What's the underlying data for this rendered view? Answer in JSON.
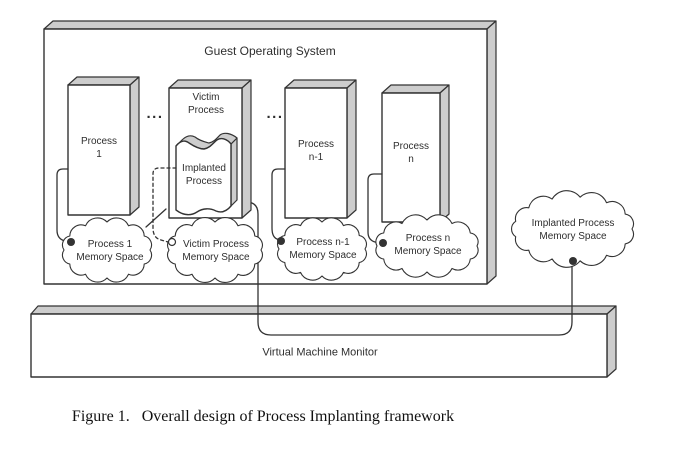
{
  "figure": {
    "caption": "Figure 1.   Overall design of Process Implanting framework"
  },
  "guest_os": {
    "label": "Guest Operating System"
  },
  "vmm": {
    "label": "Virtual Machine Monitor"
  },
  "processes": {
    "process_1": {
      "label": "Process\n1"
    },
    "victim": {
      "label": "Victim\nProcess"
    },
    "implanted": {
      "label": "Implanted\nProcess"
    },
    "process_n1": {
      "label": "Process\nn-1"
    },
    "process_n": {
      "label": "Process\nn"
    }
  },
  "ellipsis": {
    "left": "...",
    "right": "..."
  },
  "memory_clouds": [
    {
      "label": "Process 1\nMemory Space"
    },
    {
      "label": "Victim Process\nMemory Space"
    },
    {
      "label": "Process n-1\nMemory Space"
    },
    {
      "label": "Process n\nMemory Space"
    },
    {
      "label": "Implanted Process\nMemory Space"
    }
  ],
  "colors": {
    "line": "#333333",
    "face": "#cdcdcd",
    "text": "#2e2e2e",
    "background": "#ffffff"
  }
}
